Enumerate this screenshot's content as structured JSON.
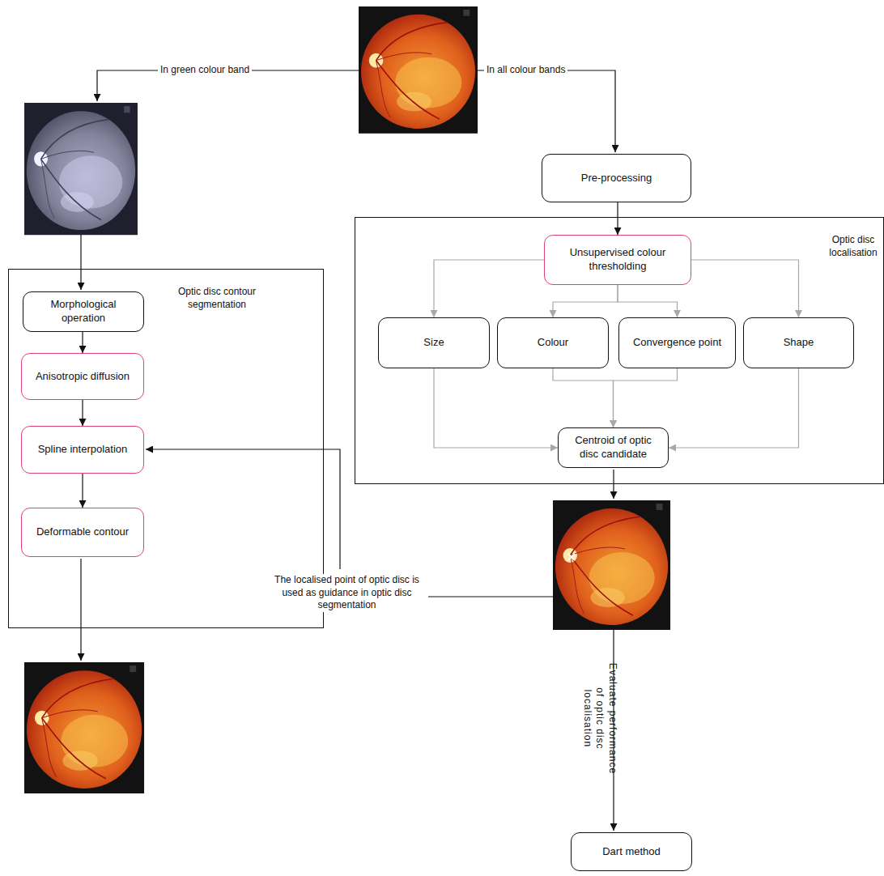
{
  "diagram": {
    "nodes": [
      {
        "text": [
          "Optic disc contour segmentation"
        ]
      },
      {
        "text": [
          "Morphological operation"
        ],
        "in": 0
      },
      {
        "text": [
          "Anisotropic diffusion"
        ],
        "in": 0
      },
      {
        "text": [
          "Spline interpolation"
        ],
        "in": 0
      },
      {
        "text": [
          "Deformable contour"
        ],
        "in": 0
      },
      {
        "text": [
          "Pre-processing"
        ]
      },
      {
        "text": [
          "Optic disc localisation"
        ]
      },
      {
        "text": [
          "Unsupervised colour thresholding"
        ],
        "in": 6
      },
      {
        "text": [
          "Size"
        ],
        "in": 6
      },
      {
        "text": [
          "Colour"
        ],
        "in": 6
      },
      {
        "text": [
          "Convergence point"
        ],
        "in": 6
      },
      {
        "text": [
          "Shape"
        ],
        "in": 6
      },
      {
        "text": [
          "Centroid of optic disc candidate"
        ],
        "in": 6
      },
      {
        "text": [
          "Dart method"
        ]
      }
    ],
    "edges": [
      {
        "from": 1,
        "to": 2,
        "arrow": "to"
      },
      {
        "from": 2,
        "to": 3,
        "arrow": "to"
      },
      {
        "from": 3,
        "to": 4,
        "arrow": "to"
      },
      {
        "from": 5,
        "to": 7,
        "arrow": "to"
      },
      {
        "from": 7,
        "to": 8,
        "arrow": "to"
      },
      {
        "from": 7,
        "to": 9,
        "arrow": "to"
      },
      {
        "from": 7,
        "to": 10,
        "arrow": "to"
      },
      {
        "from": 7,
        "to": 11,
        "arrow": "to"
      },
      {
        "from": 8,
        "to": 12,
        "arrow": "to"
      },
      {
        "from": 9,
        "to": 12,
        "arrow": "to"
      },
      {
        "from": 10,
        "to": 12,
        "arrow": "to"
      },
      {
        "from": 11,
        "to": 12,
        "arrow": "to"
      }
    ],
    "labels": [
      "In green colour band",
      "In all colour bands",
      "The localised point of optic disc is used as guidance in optic disc segmentation",
      "Evaluate performance of optic disc localisation"
    ]
  }
}
